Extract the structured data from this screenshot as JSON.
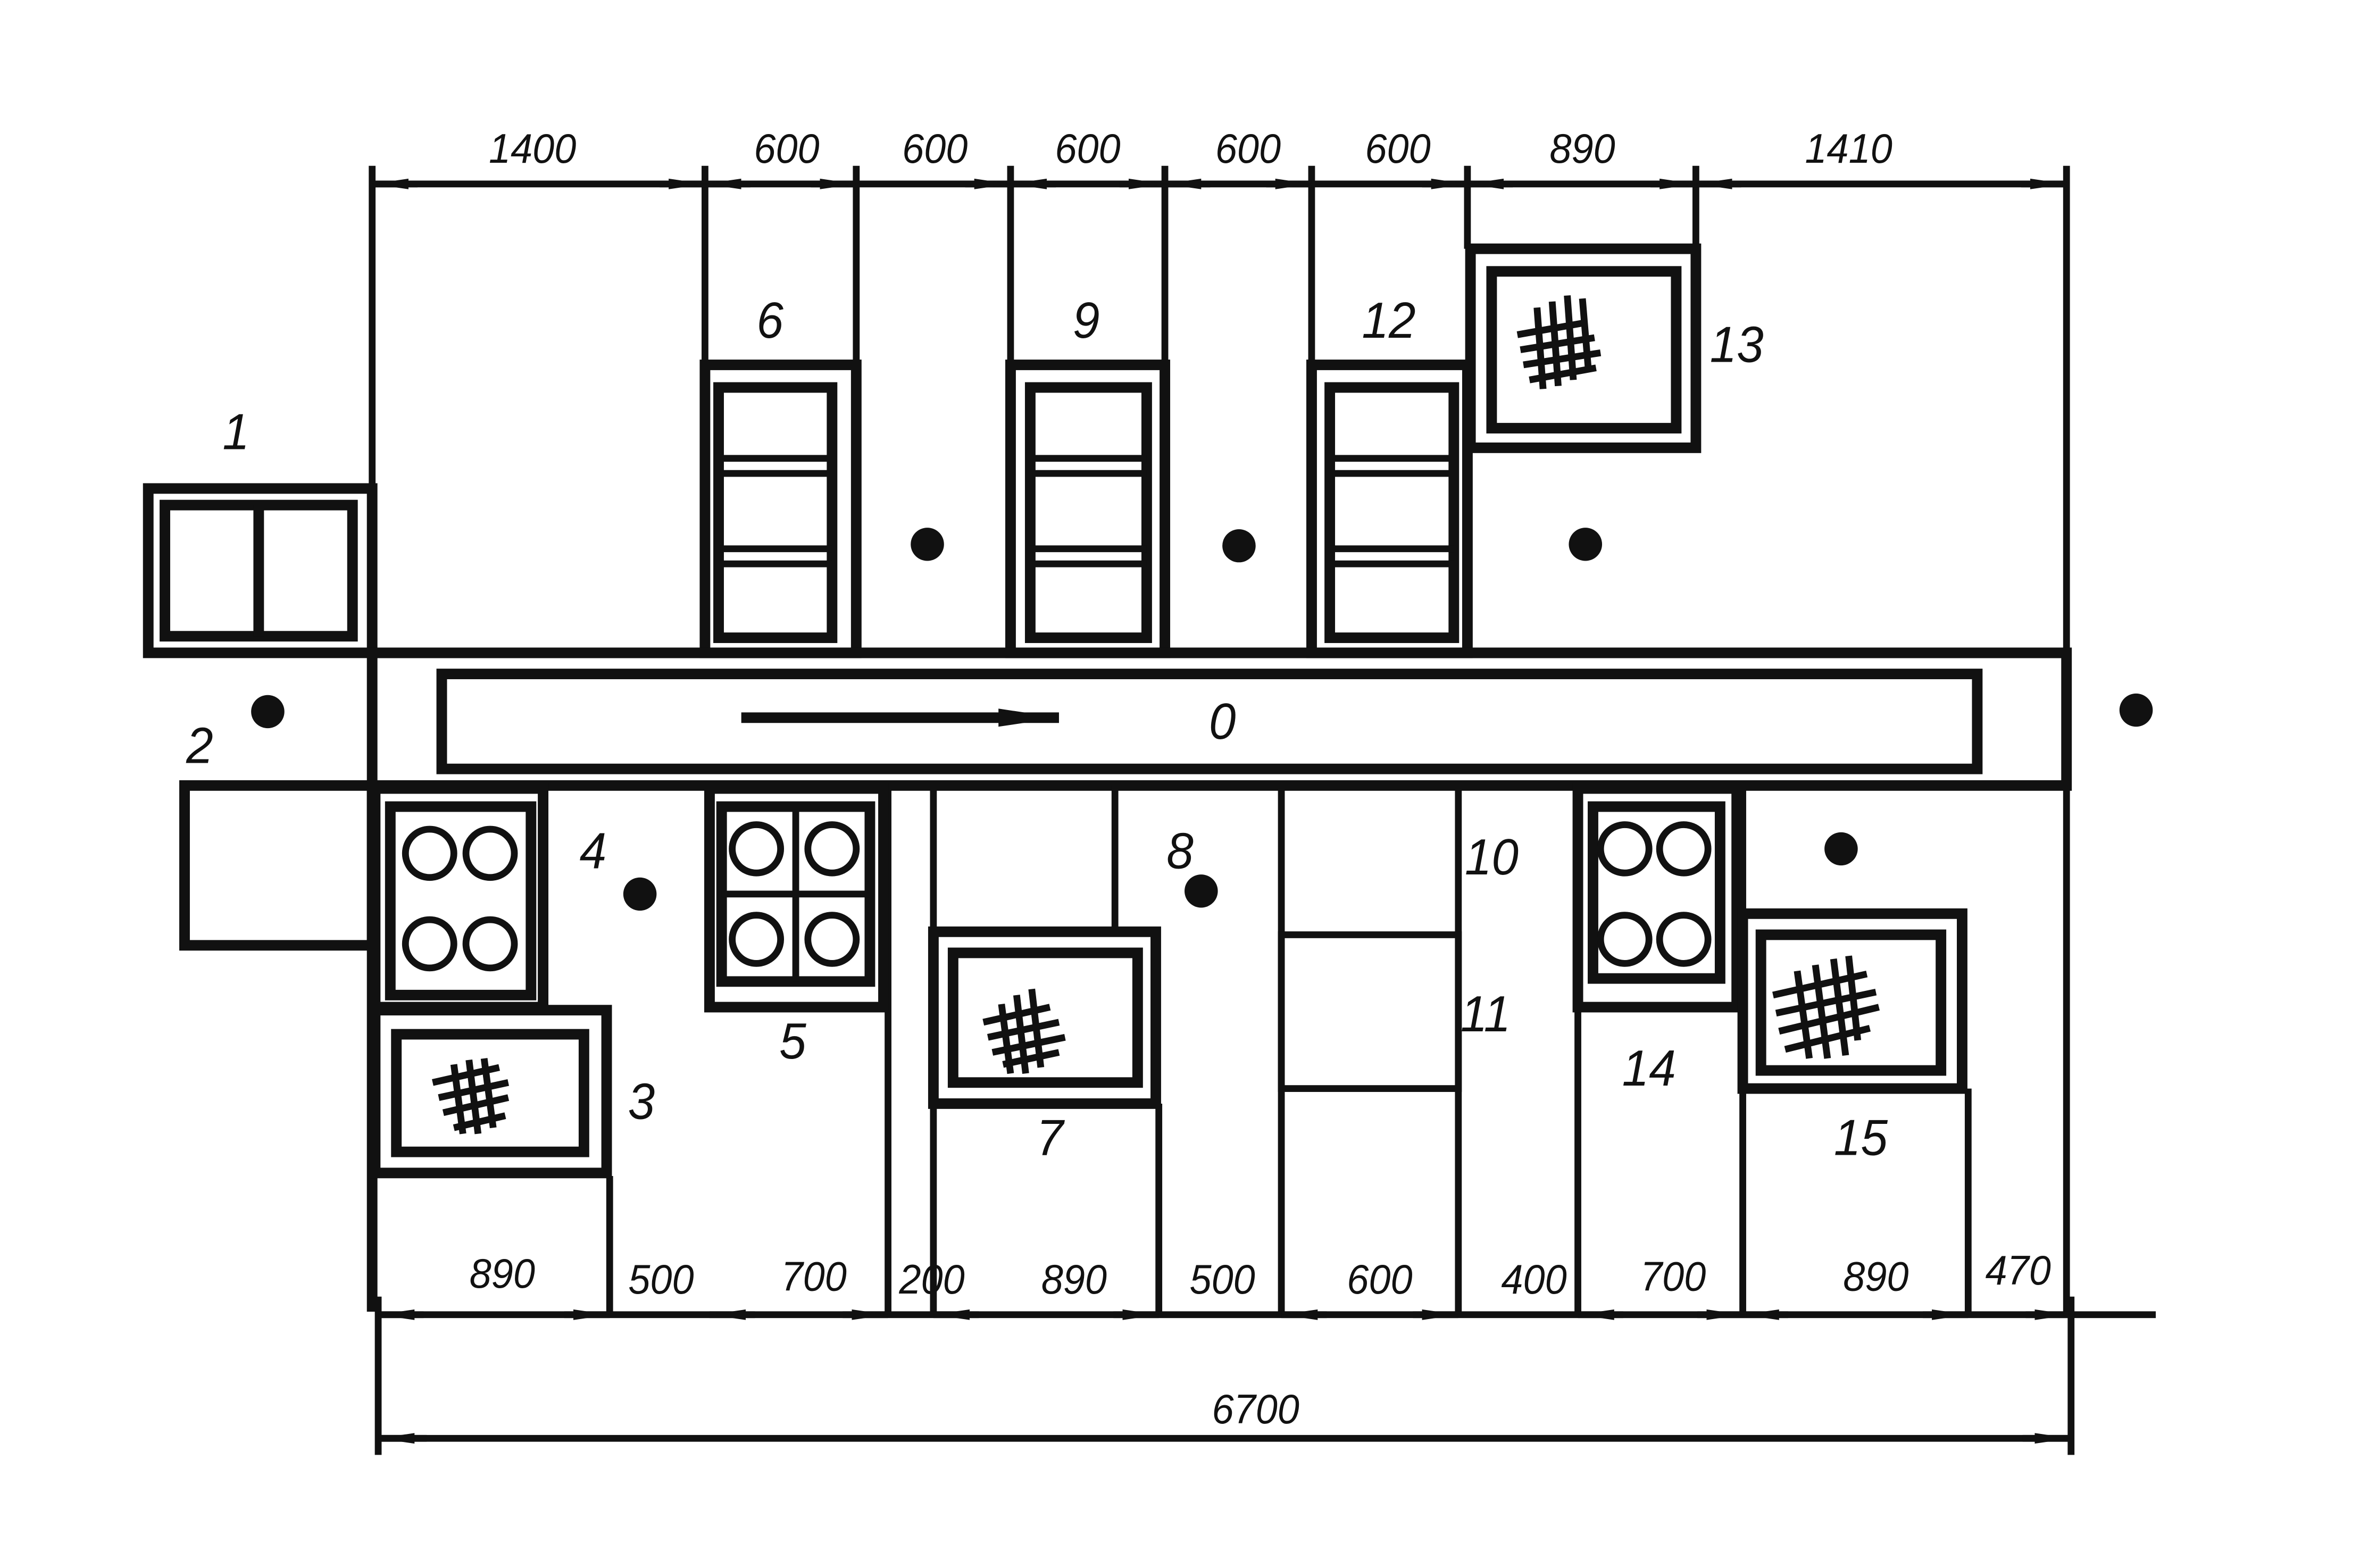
{
  "dimensions": {
    "top": [
      "1400",
      "600",
      "600",
      "600",
      "600",
      "600",
      "890",
      "1410"
    ],
    "bottom": [
      "890",
      "500",
      "700",
      "200",
      "890",
      "500",
      "600",
      "400",
      "700",
      "890",
      "470"
    ],
    "total": "6700"
  },
  "labels": {
    "n0": "0",
    "n1": "1",
    "n2": "2",
    "n3": "3",
    "n4": "4",
    "n5": "5",
    "n6": "6",
    "n7": "7",
    "n8": "8",
    "n9": "9",
    "n10": "10",
    "n11": "11",
    "n12": "12",
    "n13": "13",
    "n14": "14",
    "n15": "15"
  }
}
